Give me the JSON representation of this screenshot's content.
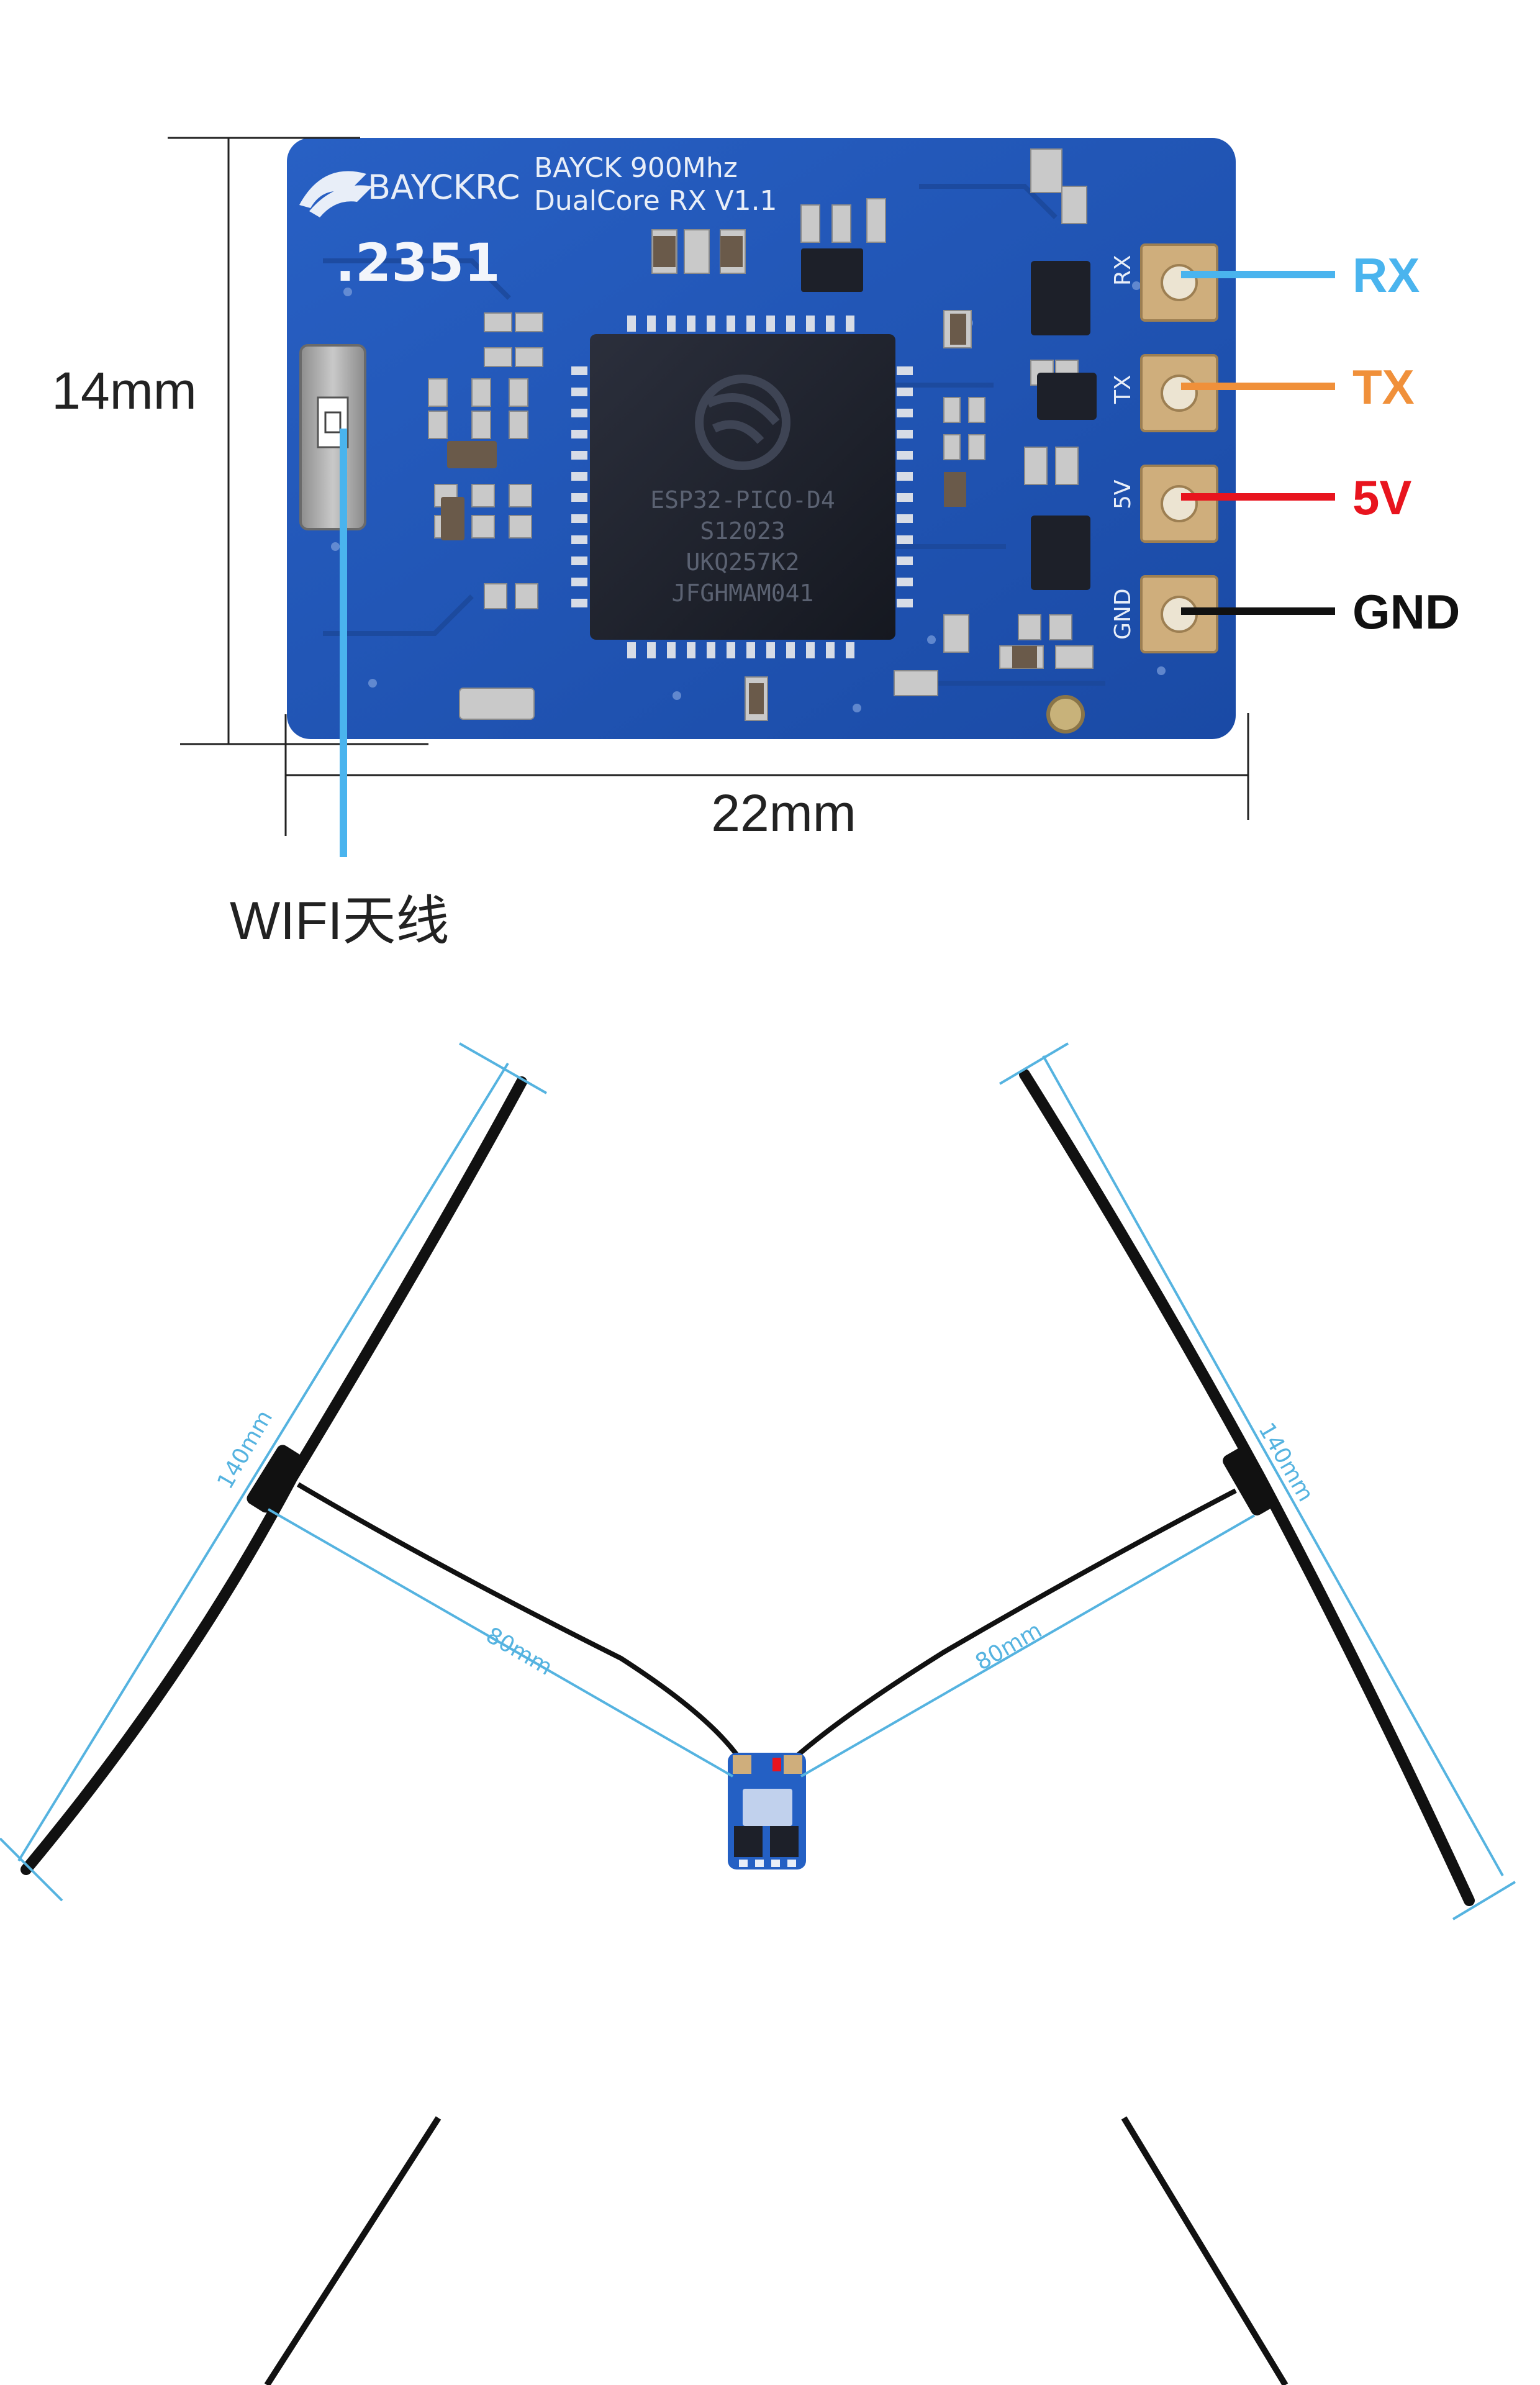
{
  "board": {
    "brand_logo": "BAYCKRC",
    "silkscreen_line1": "BAYCK 900Mhz",
    "silkscreen_line2": "DualCore RX V1.1",
    "board_number": ".2351",
    "chip_line1": "ESP32-PICO-D4",
    "chip_line2": "S12023",
    "chip_line3": "UKQ257K2",
    "chip_line4": "JFGHMAM041",
    "pad_silk": [
      "RX",
      "TX",
      "5V",
      "GND"
    ],
    "colors": {
      "pcb": "#1f56b8",
      "pcb_dark": "#1a479c",
      "pad": "#c8a878"
    }
  },
  "dimensions": {
    "height_label": "14mm",
    "width_label": "22mm"
  },
  "pins": [
    {
      "label": "RX",
      "color": "#4ab4ee"
    },
    {
      "label": "TX",
      "color": "#f0903a"
    },
    {
      "label": "5V",
      "color": "#e8141e"
    },
    {
      "label": "GND",
      "color": "#111111"
    }
  ],
  "antenna_label": "WIFI天线",
  "antenna_diagram": {
    "left_length": "140mm",
    "right_length": "140mm",
    "left_cable": "80mm",
    "right_cable": "80mm",
    "dim_color": "#55b3e0"
  }
}
